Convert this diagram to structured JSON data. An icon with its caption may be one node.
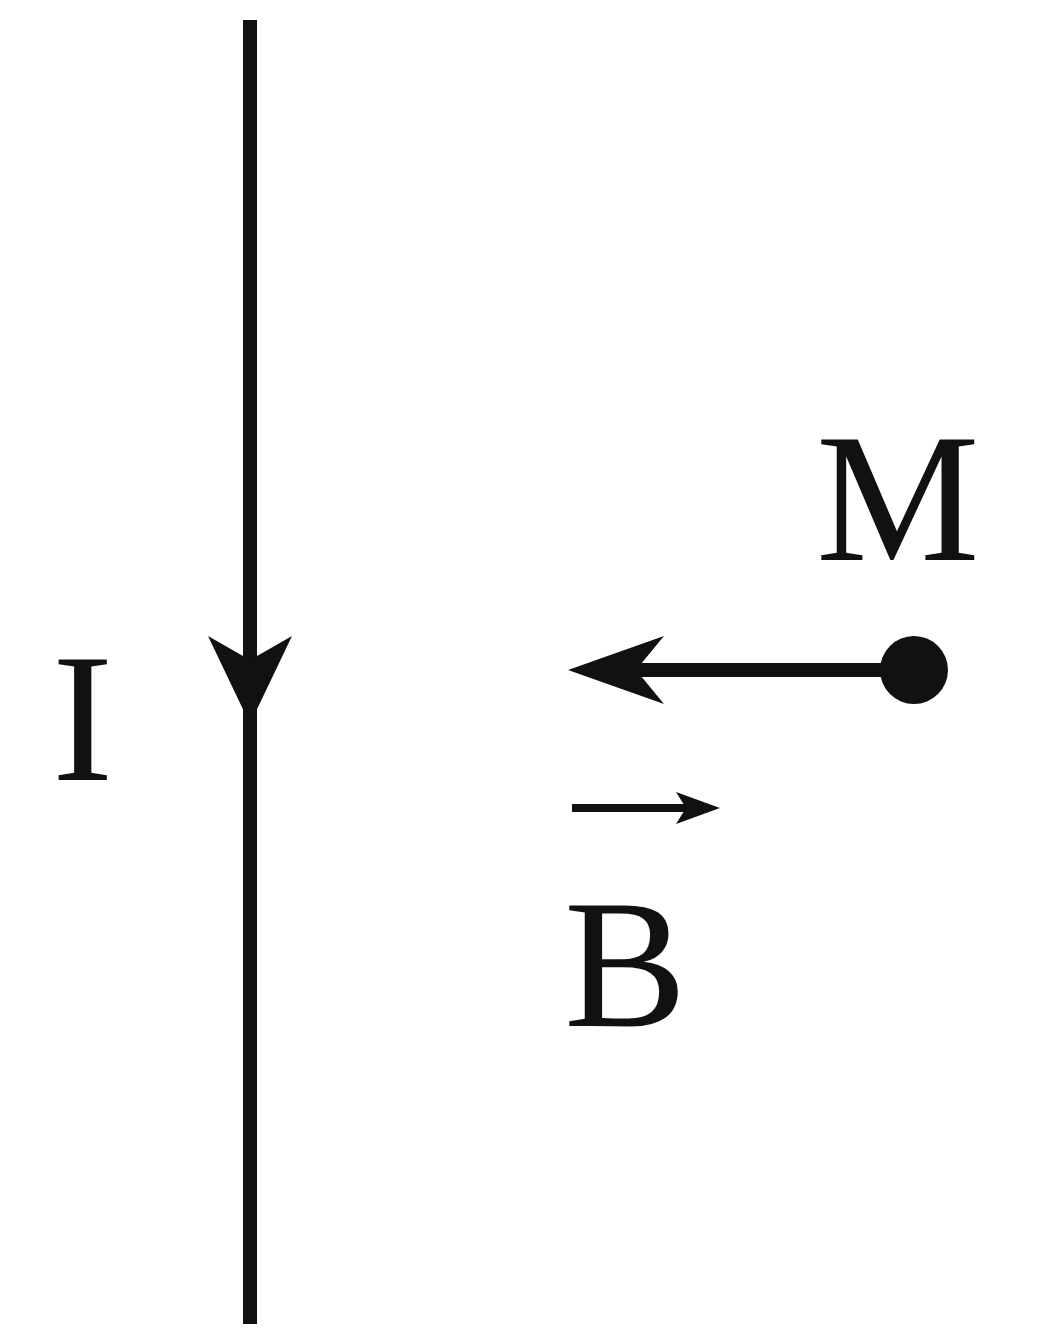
{
  "diagram": {
    "labels": [
      "M",
      "I",
      "B"
    ]
  }
}
